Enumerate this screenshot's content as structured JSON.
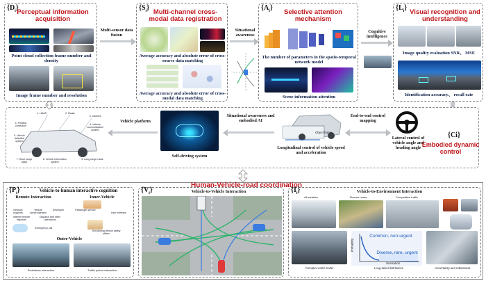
{
  "top": {
    "perception": {
      "tag": "{D",
      "tag_sub": "i",
      "tag_close": "}",
      "title": "Perceptual information acquisition",
      "cap1": "Point cloud collection frame number and density",
      "cap2": "Image frame number and resolution"
    },
    "arrow1": {
      "label": "Multi-sensor data fusion"
    },
    "registration": {
      "tag": "{S",
      "tag_sub": "i",
      "tag_close": "}",
      "title": "Multi-channel cross-modal data registration",
      "cap1": "Average accuracy and absolute error of cross-source data matching",
      "cap2": "Average accuracy and absolute error of cross-modal data matching"
    },
    "arrow2": {
      "label": "Situational awareness"
    },
    "attention": {
      "tag": "{A",
      "tag_sub": "i",
      "tag_close": "}",
      "title": "Selective attention mechanism",
      "cap1": "The number of parameters in the spatio-temporal network model",
      "cap2": "Scene information attention"
    },
    "arrow3": {
      "label": "Cognitive intelligence"
    },
    "recognition": {
      "tag": "{L",
      "tag_sub": "i",
      "tag_close": "}",
      "title": "Visual recognition and understanding",
      "cap1": "Image quality evaluation SNR、 MSE",
      "cap2": "Identification accuracy、 recall rate"
    }
  },
  "middle": {
    "car_labels": [
      "1. LiDAR",
      "2. Radar",
      "3. Camera",
      "4. Position correction",
      "5. Vehicle detection system",
      "6. Vehicle communication system",
      "7. Short range radar",
      "8. Vehicle information system",
      "9. Long range radar"
    ],
    "arrow_vehicle": "Vehicle platform",
    "self_driving": "Self-driving system",
    "arrow_situational": "Situational awareness and embodied AI",
    "object_frame": "Object frame",
    "longitudinal": "Longitudinal control of vehicle speed and acceleration",
    "arrow_e2e": "End-to-end control mapping",
    "lateral": "Lateral control of vehicle angle and heading angle",
    "ci_tag": "{Ci}",
    "ci_title": "Embodied dynamic control"
  },
  "bottom": {
    "title": "Human-Vehicle-road coordination",
    "human": {
      "tag": "{P",
      "tag_sub": "i",
      "tag_close": "}",
      "title": "Vehicle-to-human interactive cognition",
      "remote": "Remote Interaction",
      "inner": "Inner-Vehicle",
      "outer": "Outer-Vehicle",
      "items": [
        "Network supports",
        "Vehicle owner/operator",
        "Developer",
        "Internet remote requests",
        "Dispatch and other operations",
        "Emergency call",
        "Passenger service",
        "User interface",
        "Self-driving vehicle safety officer"
      ],
      "ped": "Pedestrian interaction",
      "police": "Traffic police interaction"
    },
    "v2v": {
      "tag": "{V",
      "tag_sub": "i",
      "tag_close": "}",
      "title": "Vehicle-to-Vehicle Interaction"
    },
    "env": {
      "tag": "{I",
      "tag_sub": "i",
      "tag_close": "}",
      "title": "Vehicle-to-Environment Interaction",
      "thumbs": [
        "All-weather",
        "Diverse roads",
        "Competitive traffic"
      ],
      "common": "Common, non-urgent",
      "diverse": "Diverse, rare, urgent",
      "xaxis": "Scenarios",
      "yaxis": "Probability",
      "caps": [
        "Complex world model",
        "Long-tailed distribution",
        "Uncertainty and robustness"
      ]
    }
  },
  "colors": {
    "accent_red": "#c0151b",
    "arrow_gray": "#b9bcc0",
    "green_road": "#2fb36c",
    "blue": "#1f5fbf"
  }
}
